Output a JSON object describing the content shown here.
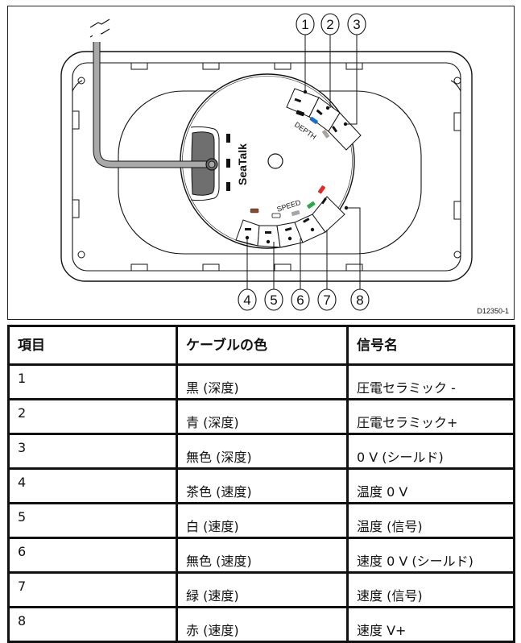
{
  "figure": {
    "id_label": "D12350-1",
    "brand_label": "SeaTalk",
    "depth_label": "DEPTH",
    "speed_label": "SPEED",
    "callouts": [
      "1",
      "2",
      "3",
      "4",
      "5",
      "6",
      "7",
      "8"
    ],
    "wire_colors": {
      "depth_black": "#111111",
      "depth_blue": "#1f6fc0",
      "depth_gray": "#a8a4a2",
      "speed_brown": "#8a4a32",
      "speed_white": "#ffffff",
      "speed_gray": "#a8a4a2",
      "speed_green": "#2aa84a",
      "speed_red": "#e02a2a"
    }
  },
  "table": {
    "headers": [
      "項目",
      "ケーブルの色",
      "信号名"
    ],
    "rows": [
      [
        "1",
        "黒 (深度)",
        "圧電セラミック -"
      ],
      [
        "2",
        "青 (深度)",
        "圧電セラミック+"
      ],
      [
        "3",
        "無色 (深度)",
        "0 V (シールド)"
      ],
      [
        "4",
        "茶色 (速度)",
        "温度 0 V"
      ],
      [
        "5",
        "白 (速度)",
        "温度 (信号)"
      ],
      [
        "6",
        "無色 (速度)",
        "速度 0 V (シールド)"
      ],
      [
        "7",
        "緑 (速度)",
        "速度 (信号)"
      ],
      [
        "8",
        "赤 (速度)",
        "速度 V+"
      ]
    ]
  }
}
